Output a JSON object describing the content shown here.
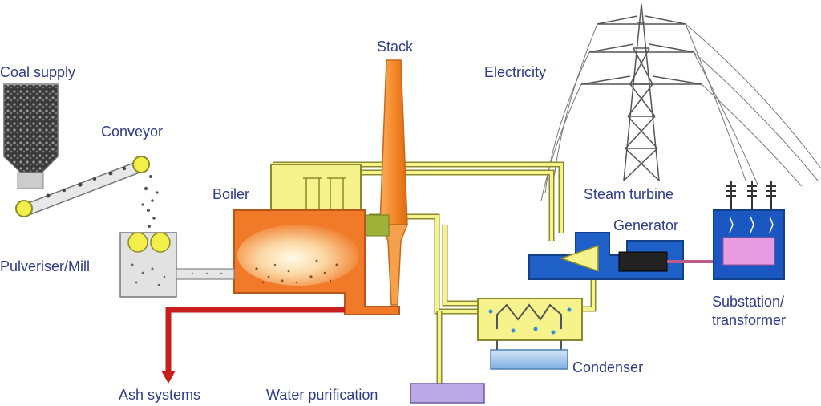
{
  "labels": {
    "coal_supply": "Coal supply",
    "conveyor": "Conveyor",
    "boiler": "Boiler",
    "stack": "Stack",
    "electricity": "Electricity",
    "steam_turbine": "Steam turbine",
    "generator": "Generator",
    "pulveriser": "Pulveriser/Mill",
    "substation_line1": "Substation/",
    "substation_line2": "transformer",
    "condenser": "Condenser",
    "ash_systems": "Ash systems",
    "water_purification": "Water purification"
  },
  "colors": {
    "label_text": "#2e3b8a",
    "boiler_fire": "#f07a28",
    "stack": "#f29a3c",
    "steam_pipe": "#f6f38c",
    "ash_pipe": "#c81e1e",
    "turbine": "#1f5fc8",
    "substation": "#1a57c0",
    "substation_panel": "#e79be0",
    "water_tank": "#b9a8e3",
    "condenser_tank": "#a9c9ea"
  },
  "icons": [
    "coal-hopper-icon",
    "conveyor-belt-icon",
    "pylon-icon",
    "insulator-icon"
  ]
}
